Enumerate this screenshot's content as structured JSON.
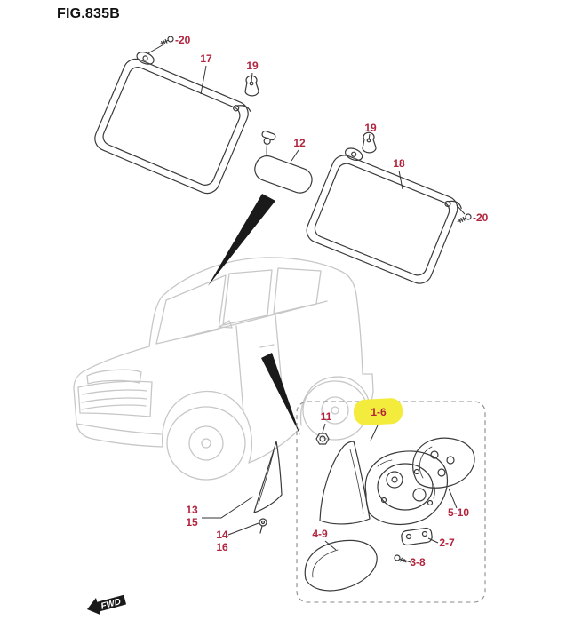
{
  "title": "FIG.835B",
  "fwd_label": "FWD",
  "colors": {
    "callout": "#b2243e",
    "highlight": "#f4ec3d",
    "line": "#3a3a3a",
    "car_line": "#c7c7c7"
  },
  "callouts": {
    "screw_left": "-20",
    "visor_left": "17",
    "holder_left": "19",
    "mirror_inner": "12",
    "holder_right": "19",
    "visor_right": "18",
    "screw_right": "-20",
    "grommet": "11",
    "mirror_assembly": "1-6",
    "trim_upper": "13",
    "trim_lower": "15",
    "trim_clip_upper": "14",
    "trim_clip_lower": "16",
    "mirror_cover": "4-9",
    "mirror_glass": "5-10",
    "actuator": "2-7",
    "screw_assembly": "3-8"
  }
}
